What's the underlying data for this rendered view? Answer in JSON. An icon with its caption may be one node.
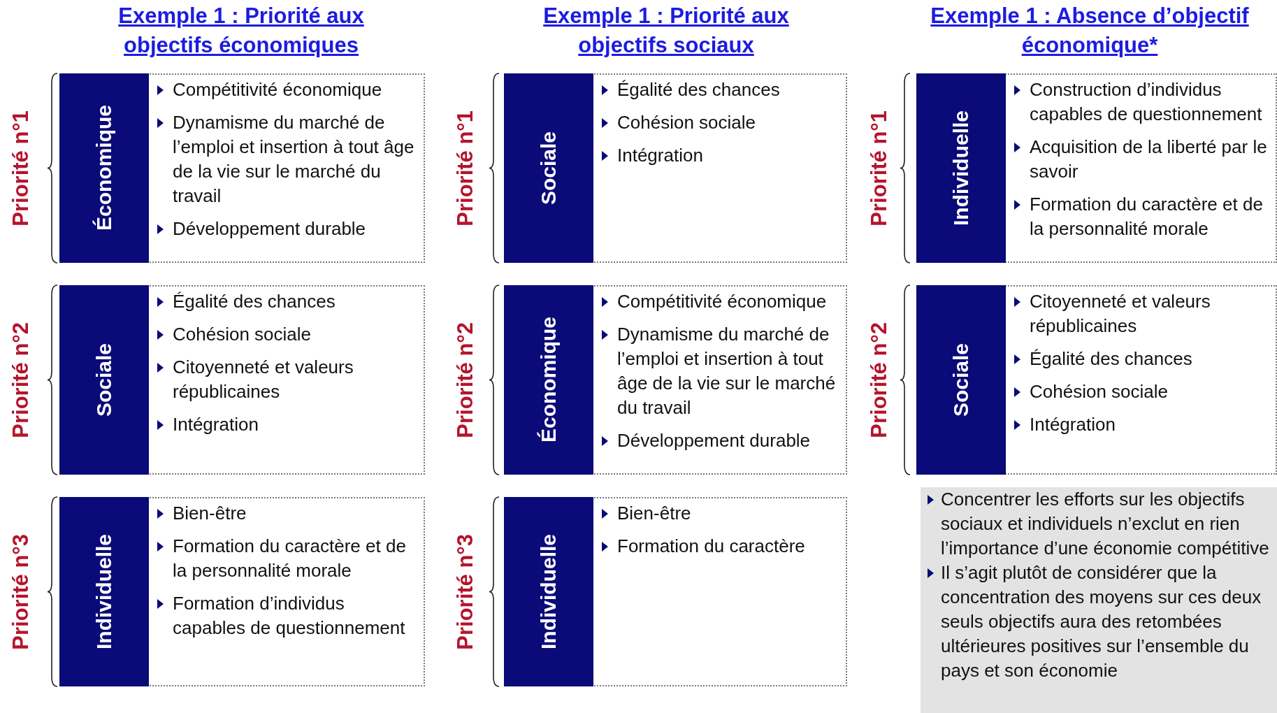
{
  "diagram": {
    "nodes": [
      {
        "text": [
          "Économique",
          "Compétitivité économique",
          "Dynamisme du marché de l’emploi et insertion à tout âge de la vie sur le marché du travail",
          "Développement durable"
        ]
      },
      {
        "text": [
          "Sociale",
          "Égalité des chances",
          "Cohésion sociale",
          "Citoyenneté et valeurs républicaines",
          "Intégration"
        ]
      },
      {
        "text": [
          "Individuelle",
          "Bien-être",
          "Formation du caractère et de la personnalité morale",
          "Formation d’individus capables de questionnement"
        ]
      },
      {
        "text": [
          "Sociale",
          "Égalité des chances",
          "Cohésion sociale",
          "Intégration"
        ]
      },
      {
        "text": [
          "Économique",
          "Compétitivité économique",
          "Dynamisme du marché de l’emploi et insertion à tout âge de la vie sur le marché du travail",
          "Développement durable"
        ]
      },
      {
        "text": [
          "Individuelle",
          "Bien-être",
          "Formation du caractère"
        ]
      },
      {
        "text": [
          "Individuelle",
          "Construction d’individus capables de questionnement",
          "Acquisition de la liberté par le savoir",
          "Formation du caractère et de la personnalité morale"
        ]
      },
      {
        "text": [
          "Sociale",
          "Citoyenneté et valeurs républicaines",
          "Égalité des chances",
          "Cohésion sociale",
          "Intégration"
        ]
      },
      {
        "text": [
          "Concentrer les efforts sur les objectifs sociaux et individuels n’exclut en rien l’importance d’une économie compétitive",
          "Il s’agit plutôt de considérer que la concentration des moyens sur ces deux seuls objectifs aura des retombées ultérieures positives sur l’ensemble du pays et son économie"
        ]
      }
    ],
    "labels": [
      "Exemple 1 : Priorité aux objectifs économiques",
      "Exemple 1 : Priorité aux objectifs sociaux",
      "Exemple 1 : Absence d’objectif économique*",
      "Priorité n°1",
      "Priorité n°2",
      "Priorité n°3",
      "Priorité n°1",
      "Priorité n°2",
      "Priorité n°3",
      "Priorité n°1",
      "Priorité n°2"
    ]
  }
}
